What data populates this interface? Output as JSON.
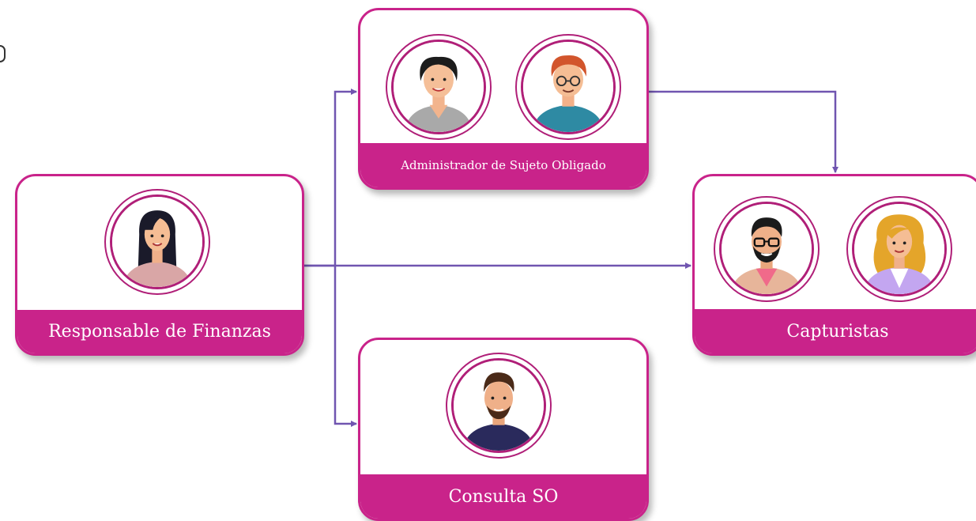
{
  "diagram": {
    "colors": {
      "accent": "#c9238a",
      "connector": "#7055b0",
      "ring": "#b01f78"
    },
    "nodes": {
      "admin": {
        "label": "Administrador de Sujeto Obligado",
        "avatars": [
          "woman-short-hair-gray-top-icon",
          "man-red-hair-glasses-teal-shirt-icon"
        ]
      },
      "finanzas": {
        "label": "Responsable de Finanzas",
        "avatars": [
          "woman-long-dark-hair-pink-top-icon"
        ]
      },
      "captur": {
        "label": "Capturistas",
        "avatars": [
          "man-beard-glasses-pink-shirt-icon",
          "woman-blonde-curly-hair-lilac-jacket-icon"
        ]
      },
      "consulta": {
        "label": "Consulta SO",
        "avatars": [
          "man-beard-navy-sweater-icon"
        ]
      }
    },
    "edges": [
      {
        "from": "finanzas",
        "to": "admin"
      },
      {
        "from": "finanzas",
        "to": "captur"
      },
      {
        "from": "finanzas",
        "to": "consulta"
      },
      {
        "from": "admin",
        "to": "captur"
      }
    ]
  }
}
